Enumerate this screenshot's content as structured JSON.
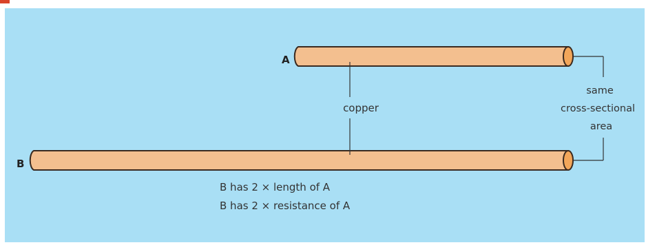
{
  "diagram": {
    "rod_a_label": "A",
    "rod_b_label": "B",
    "material_label": "copper",
    "area_label_lines": [
      "same",
      "cross-sectional",
      "area"
    ],
    "caption_lines": [
      "B has 2 × length of A",
      "B has 2 × resistance of A"
    ]
  },
  "colors": {
    "background": "#a9dff5",
    "rod_fill": "#f3bf8f",
    "rod_outline": "#3a2a20",
    "rod_end": "#f2a65a"
  }
}
